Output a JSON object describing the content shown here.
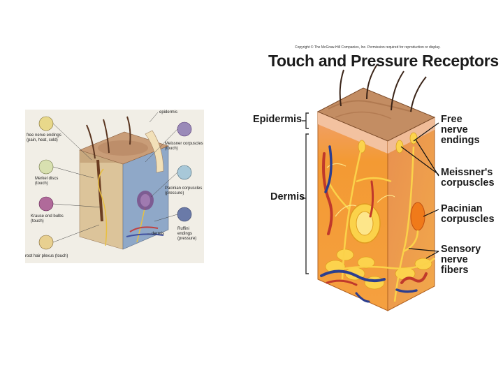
{
  "left_figure": {
    "labels": {
      "free_nerve_endings": "free nerve endings\n(pain, heat, cold)",
      "merkel_discs": "Merkel discs\n(touch)",
      "krause_end_bulbs": "Krause end bulbs\n(touch)",
      "root_hair_plexus": "root hair plexus (touch)",
      "epidermis": "epidermis",
      "meissner": "Meissner corpuscles\n(touch)",
      "pacinian": "Pacinian corpuscles\n(pressure)",
      "dermis": "dermis",
      "ruffini": "Ruffini endings\n(pressure)"
    }
  },
  "right_figure": {
    "copyright": "Copyright © The McGraw-Hill Companies, Inc. Permission required for reproduction or display.",
    "title": "Touch and Pressure Receptors",
    "labels": {
      "epidermis": "Epidermis",
      "dermis": "Dermis",
      "free_nerve_endings": "Free\nnerve\nendings",
      "meissner": "Meissner's\ncorpuscles",
      "pacinian": "Pacinian\ncorpuscles",
      "sensory_fibers": "Sensory\nnerve\nfibers"
    }
  },
  "colors": {
    "skin_top": "#b98a62",
    "epidermis": "#e6a07a",
    "dermis": "#f39a33",
    "fat_yellow": "#fcd34d",
    "vessel_red": "#c0392b",
    "vessel_blue": "#2c3e8f"
  }
}
